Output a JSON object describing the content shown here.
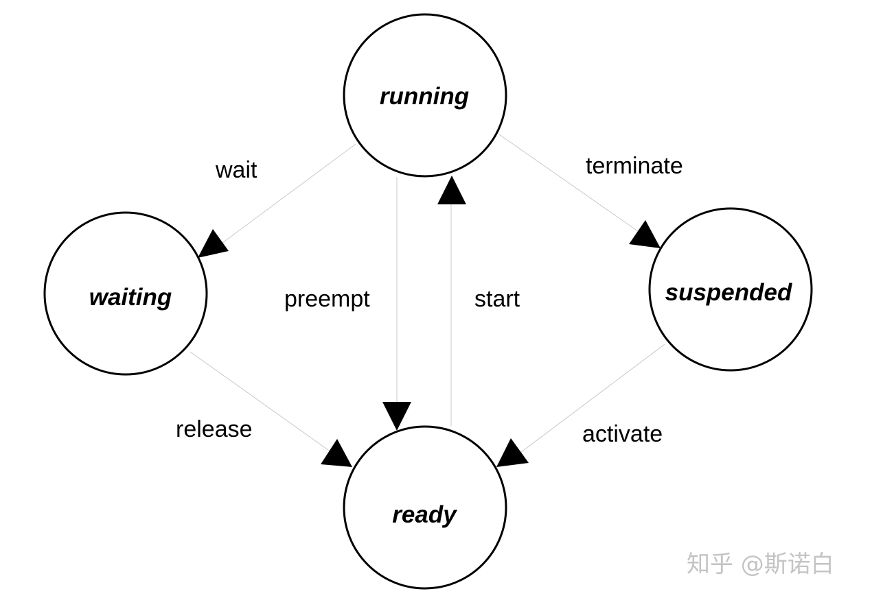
{
  "states": {
    "running": "running",
    "waiting": "waiting",
    "suspended": "suspended",
    "ready": "ready"
  },
  "transitions": {
    "wait": "wait",
    "terminate": "terminate",
    "preempt": "preempt",
    "start": "start",
    "release": "release",
    "activate": "activate"
  },
  "watermark": "知乎 @斯诺白",
  "colors": {
    "edge": "#c8c8c8",
    "outline": "#000000",
    "watermark": "#c4c4c4"
  }
}
